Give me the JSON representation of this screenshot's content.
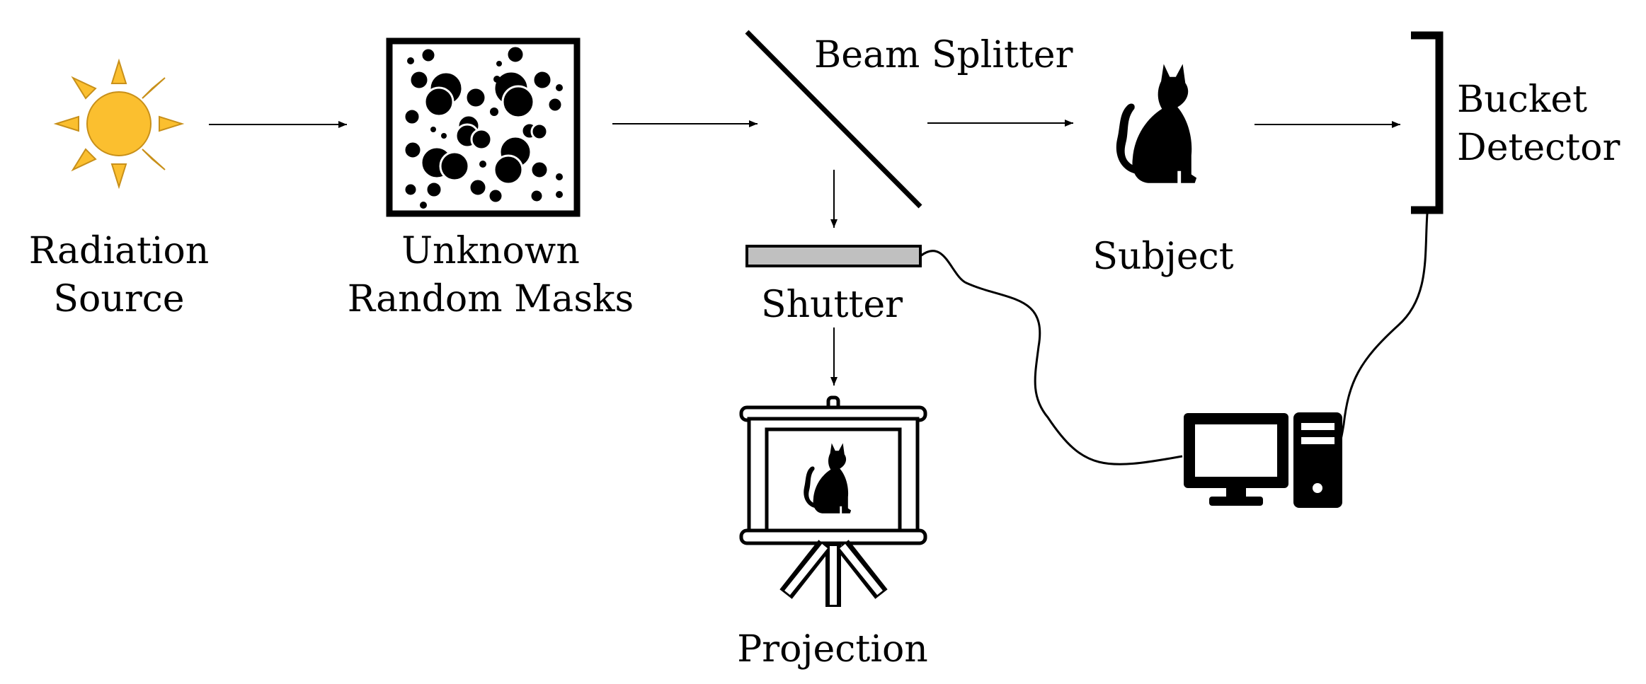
{
  "labels": {
    "source_line1": "Radiation",
    "source_line2": "Source",
    "masks_line1": "Unknown",
    "masks_line2": "Random Masks",
    "beam_splitter": "Beam Splitter",
    "subject": "Subject",
    "detector_line1": "Bucket",
    "detector_line2": "Detector",
    "shutter": "Shutter",
    "projection": "Projection"
  },
  "colors": {
    "sun_fill": "#FBBF2F",
    "sun_stroke": "#C8901A",
    "shutter_fill": "#C0C0C0",
    "ink": "#000000"
  },
  "icons": {
    "source": "sun-icon",
    "masks": "random-mask-icon",
    "subject": "cat-icon",
    "projection": "projection-screen-icon",
    "computer": "desktop-computer-icon"
  }
}
